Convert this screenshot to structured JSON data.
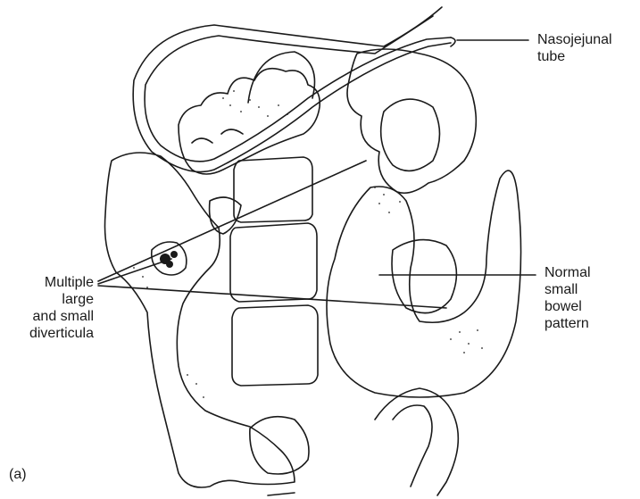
{
  "labels": {
    "nasojejunal": [
      "Nasojejunal",
      "tube"
    ],
    "normal_bowel": [
      "Normal",
      "small",
      "bowel",
      "pattern"
    ],
    "diverticula": [
      "Multiple",
      "large",
      "and small",
      "diverticula"
    ],
    "panel": "(a)"
  },
  "style": {
    "line_color": "#1a1a1a",
    "stipple_color": "#1a1a1a",
    "background": "#ffffff"
  }
}
